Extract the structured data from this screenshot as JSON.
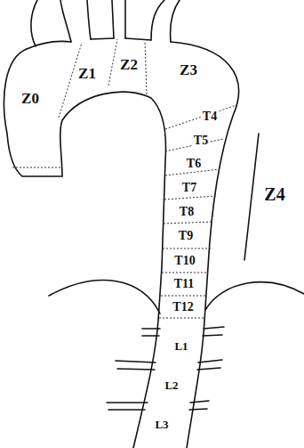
{
  "diagram": {
    "labels": [
      "Z0",
      "Z1",
      "Z2",
      "Z3",
      "T4",
      "T5",
      "T6",
      "T7",
      "T8",
      "T9",
      "T10",
      "T11",
      "T12",
      "Z4",
      "L1",
      "L2",
      "L3"
    ]
  }
}
